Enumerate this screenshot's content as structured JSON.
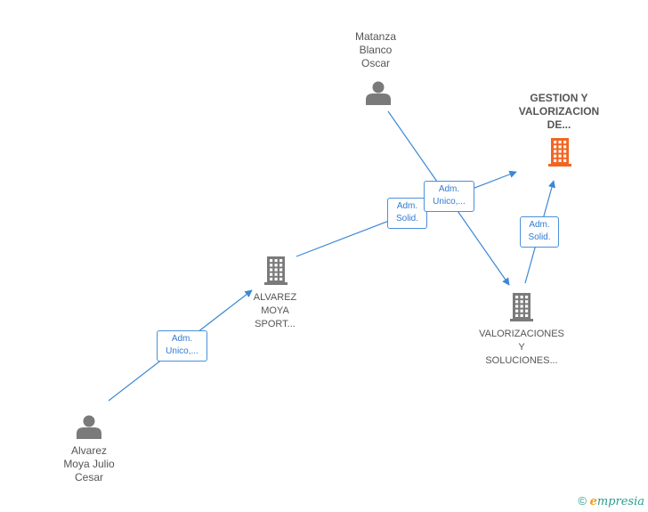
{
  "nodes": {
    "matanza": {
      "label": "Matanza\nBlanco\nOscar",
      "type": "person"
    },
    "gestion": {
      "label": "GESTION Y\nVALORIZACION\nDE...",
      "type": "company",
      "highlight": true
    },
    "alvarez_sport": {
      "label": "ALVAREZ\nMOYA\nSPORT...",
      "type": "company"
    },
    "valorizaciones": {
      "label": "VALORIZACIONES\nY\nSOLUCIONES...",
      "type": "company"
    },
    "alvarez_julio": {
      "label": "Alvarez\nMoya Julio\nCesar",
      "type": "person"
    }
  },
  "edges": [
    {
      "from": "alvarez_julio",
      "to": "alvarez_sport",
      "label": "Adm.\nUnico,..."
    },
    {
      "from": "alvarez_sport",
      "to": "gestion",
      "label": "Adm.\nSolid."
    },
    {
      "from": "matanza",
      "to": "valorizaciones",
      "label": "Adm.\nUnico,..."
    },
    {
      "from": "valorizaciones",
      "to": "gestion",
      "label": "Adm.\nSolid."
    }
  ],
  "footer": {
    "copyright": "©",
    "brand": "mpresia",
    "brand_initial": "e"
  },
  "colors": {
    "edge": "#3a87d6",
    "icon_gray": "#7a7a7a",
    "icon_highlight": "#f26522"
  }
}
